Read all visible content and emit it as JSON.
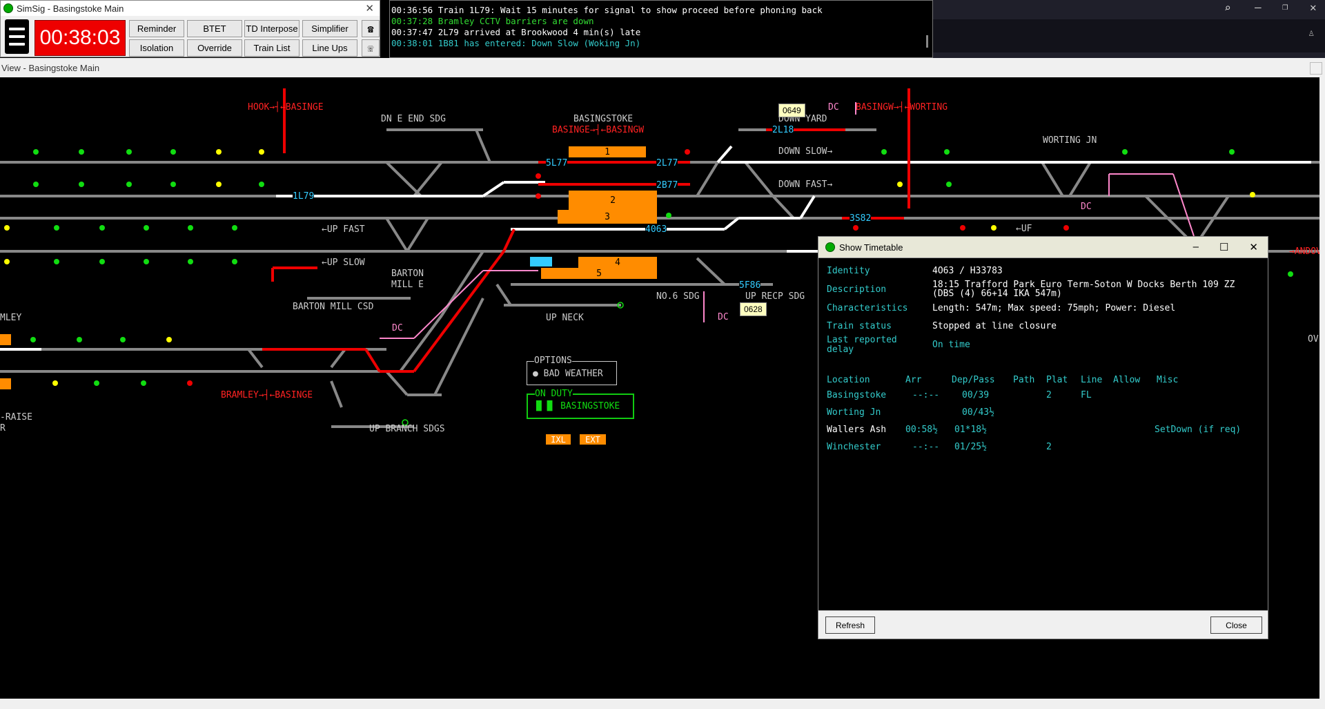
{
  "control": {
    "title": "SimSig - Basingstoke Main",
    "close": "✕",
    "clock": "00:38:03",
    "buttons": [
      "Reminder",
      "BTET",
      "TD Interpose",
      "Simplifier",
      "Isolation",
      "Override",
      "Train List",
      "Line Ups"
    ]
  },
  "messages": [
    {
      "text": "00:36:56 Train 1L79: Wait 15 minutes for signal to show proceed before phoning back",
      "color": "#ffffff"
    },
    {
      "text": "00:37:28 Bramley CCTV barriers are down",
      "color": "#33dd33"
    },
    {
      "text": "00:37:47 2L79 arrived at Brookwood 4 min(s) late",
      "color": "#ffffff"
    },
    {
      "text": "00:38:01 1B81 has entered: Down Slow (Woking Jn)",
      "color": "#33cccc"
    }
  ],
  "view": {
    "title": "View - Basingstoke Main"
  },
  "diagram": {
    "labels": {
      "hook_basinge": "HOOK→┤←BASINGE",
      "dn_e_end_sdg": "DN E END SDG",
      "basingstoke": "BASINGSTOKE",
      "basinge_basingw": "BASINGE→┤←BASINGW",
      "basingw_worting": "BASINGW→┤←WORTING",
      "down_yard": "DOWN YARD",
      "worting_jn": "WORTING JN",
      "down_slow": "DOWN SLOW→",
      "down_fast": "DOWN FAST→",
      "up_fast": "←UP FAST",
      "up_slow": "←UP SLOW",
      "barton_mill_e_1": "BARTON",
      "barton_mill_e_2": "MILL E",
      "barton_mill_csd": "BARTON MILL CSD",
      "mley": "MLEY",
      "bramley_basinge": "BRAMLEY→┤←BASINGE",
      "raise": "-RAISE",
      "r": "R",
      "up_branch_sdgs": "UP BRANCH SDGS",
      "up_neck": "UP NECK",
      "no6_sdg": "NO.6 SDG",
      "up_recp_sdg": "UP RECP SDG",
      "options": "OPTIONS",
      "bad_weather": "● BAD WEATHER",
      "on_duty": "ON DUTY",
      "on_duty_box": "▐▌▐▌ BASINGSTOKE",
      "ixl": "IXL",
      "ext": "EXT",
      "dc1": "DC",
      "dc2": "DC",
      "dc3": "DC",
      "dc4": "DC",
      "uf": "←UF",
      "andov": "→ANDOV",
      "ov": "OV"
    },
    "berths": {
      "b1l79": "1L79",
      "b5l77": "5L77",
      "b2l77": "2L77",
      "b2b77": "2B77",
      "b4063": "4063",
      "b2l18": "2L18",
      "b3s82": "3S82",
      "b5f86": "5F86"
    },
    "platforms": {
      "p1": "1",
      "p2": "2",
      "p3": "3",
      "p4": "4",
      "p5": "5"
    },
    "tags": {
      "t0649": "0649",
      "t0628": "0628"
    }
  },
  "dialog": {
    "title": "Show Timetable",
    "fields": [
      {
        "key": "Identity",
        "value": "4O63 / H33783"
      },
      {
        "key": "Description",
        "value": "18:15 Trafford Park Euro Term-Soton W Docks Berth 109 ZZ"
      },
      {
        "key": "",
        "value": "(DBS (4) 66+14 IKA 547m)"
      },
      {
        "key": "Characteristics",
        "value": "Length: 547m; Max speed: 75mph; Power: Diesel"
      },
      {
        "key": "Train status",
        "value": "Stopped at line closure"
      }
    ],
    "delay_key_1": "Last reported",
    "delay_key_2": "delay",
    "delay_value": "On time",
    "columns": [
      "Location",
      "Arr",
      "Dep/Pass",
      "Path",
      "Plat",
      "Line",
      "Allow",
      "Misc"
    ],
    "rows": [
      {
        "location": "Basingstoke",
        "arr": "--:--",
        "dep": "00/39",
        "path": "",
        "plat": "2",
        "line": "FL",
        "allow": "",
        "misc": "",
        "white": false
      },
      {
        "location": "Worting Jn",
        "arr": "",
        "dep": "00/43½",
        "path": "",
        "plat": "",
        "line": "",
        "allow": "",
        "misc": "",
        "white": false
      },
      {
        "location": "Wallers Ash",
        "arr": "00:58½",
        "dep": "01*18½",
        "path": "",
        "plat": "",
        "line": "",
        "allow": "",
        "misc": "SetDown (if req)",
        "white": true
      },
      {
        "location": "Winchester",
        "arr": "--:--",
        "dep": "01/25½",
        "path": "",
        "plat": "2",
        "line": "",
        "allow": "",
        "misc": "",
        "white": false
      }
    ],
    "refresh": "Refresh",
    "close": "Close"
  }
}
